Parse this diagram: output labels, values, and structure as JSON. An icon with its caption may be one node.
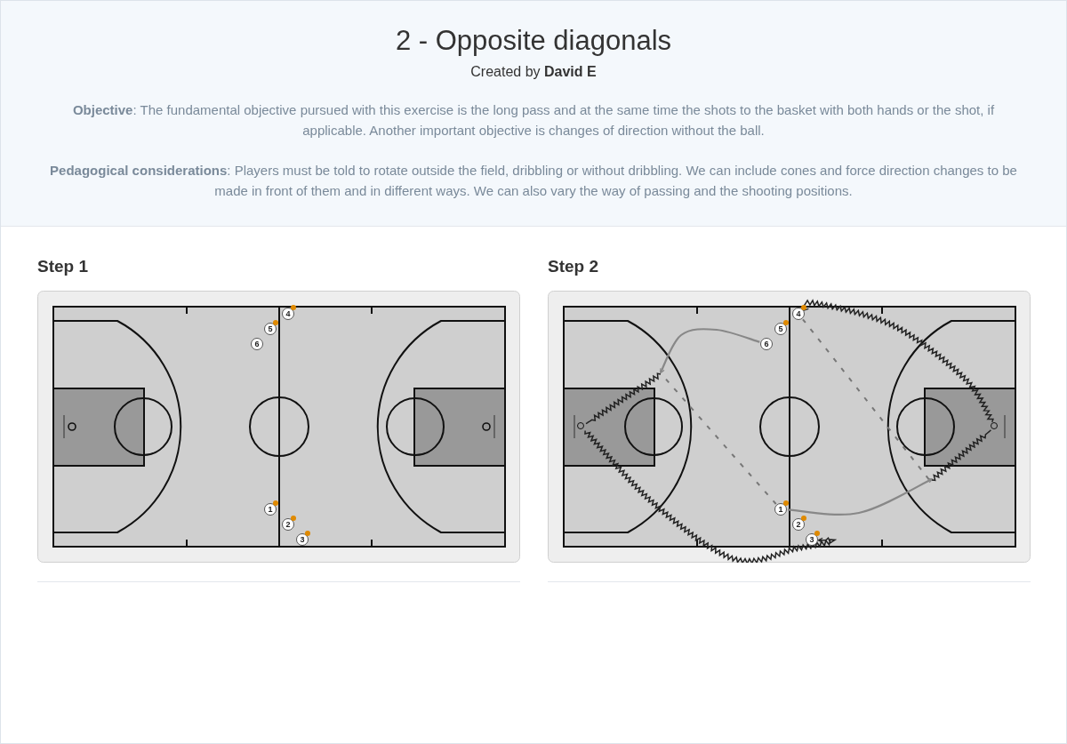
{
  "diagram": {
    "title": "2 - Opposite diagonals",
    "nodes": [
      {
        "text": [
          "1"
        ]
      },
      {
        "text": [
          "2"
        ]
      },
      {
        "text": [
          "3"
        ]
      },
      {
        "text": [
          "4"
        ]
      },
      {
        "text": [
          "5"
        ]
      },
      {
        "text": [
          "6"
        ]
      },
      {
        "text": [
          "1"
        ]
      },
      {
        "text": [
          "2"
        ]
      },
      {
        "text": [
          "3"
        ]
      },
      {
        "text": [
          "4"
        ]
      },
      {
        "text": [
          "5"
        ]
      },
      {
        "text": [
          "6"
        ]
      },
      {
        "text": [],
        "shape": "circle"
      },
      {
        "text": [],
        "shape": "circle"
      }
    ],
    "edges": [
      {
        "from": 11,
        "to": null,
        "arrow": "to",
        "color": "#888888"
      },
      {
        "from": 6,
        "to": null,
        "arrow": "none",
        "style": "dashed"
      },
      {
        "from": null,
        "to": 12,
        "arrow": "none"
      },
      {
        "from": 12,
        "to": 8,
        "arrow": "to"
      },
      {
        "from": 6,
        "to": null,
        "arrow": "to",
        "color": "#888888"
      },
      {
        "from": 9,
        "to": null,
        "arrow": "none",
        "style": "dashed"
      },
      {
        "from": null,
        "to": 13,
        "arrow": "none"
      },
      {
        "from": 13,
        "to": 9,
        "arrow": "to"
      }
    ],
    "labels": [
      "Created by **David E**",
      "**Objective**: The fundamental objective pursued with this exercise is the long pass and at the same time the shots to the basket with both hands or the shot, if applicable. Another important objective is changes of direction without the ball.",
      "**Pedagogical considerations**: Players must be told to rotate outside the field, dribbling or without dribbling. We can include cones and force direction changes to be made in front of them and in different ways. We can also vary the way of passing and the shooting positions.",
      "Step 1",
      "Step 2"
    ]
  }
}
